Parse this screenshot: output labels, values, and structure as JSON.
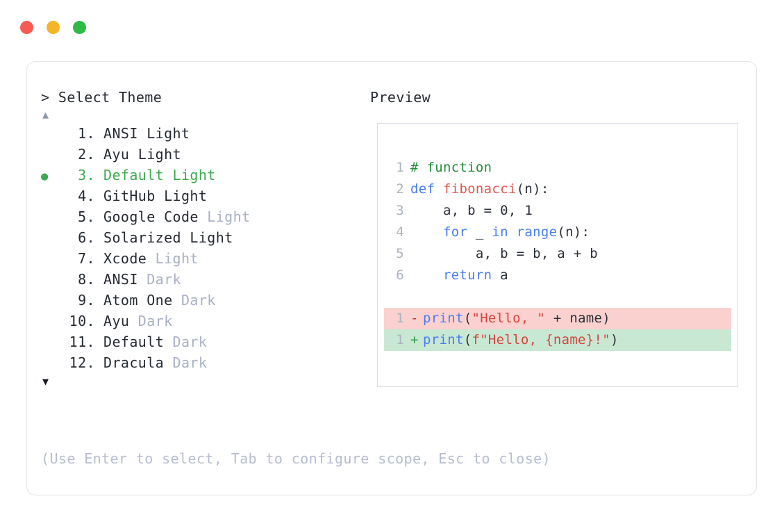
{
  "window": {
    "traffic_lights": [
      {
        "name": "close",
        "color": "#f65a53"
      },
      {
        "name": "minimize",
        "color": "#f5b52a"
      },
      {
        "name": "maximize",
        "color": "#2ebb44"
      }
    ]
  },
  "left": {
    "prompt": "> Select Theme",
    "scroll_up": "▲",
    "scroll_down": "▼",
    "selected_index": 3,
    "bullet": "●",
    "items": [
      {
        "num": "1",
        "dot": ".",
        "name": "ANSI",
        "variant": "Light",
        "variant_dim": false,
        "selected": false
      },
      {
        "num": "2",
        "dot": ".",
        "name": "Ayu",
        "variant": "Light",
        "variant_dim": false,
        "selected": false
      },
      {
        "num": "3",
        "dot": ".",
        "name": "Default",
        "variant": "Light",
        "variant_dim": false,
        "selected": true
      },
      {
        "num": "4",
        "dot": ".",
        "name": "GitHub",
        "variant": "Light",
        "variant_dim": false,
        "selected": false
      },
      {
        "num": "5",
        "dot": ".",
        "name": "Google Code",
        "variant": "Light",
        "variant_dim": true,
        "selected": false
      },
      {
        "num": "6",
        "dot": ".",
        "name": "Solarized",
        "variant": "Light",
        "variant_dim": false,
        "selected": false
      },
      {
        "num": "7",
        "dot": ".",
        "name": "Xcode",
        "variant": "Light",
        "variant_dim": true,
        "selected": false
      },
      {
        "num": "8",
        "dot": ".",
        "name": "ANSI",
        "variant": "Dark",
        "variant_dim": true,
        "selected": false
      },
      {
        "num": "9",
        "dot": ".",
        "name": "Atom One",
        "variant": "Dark",
        "variant_dim": true,
        "selected": false
      },
      {
        "num": "10",
        "dot": ".",
        "name": "Ayu",
        "variant": "Dark",
        "variant_dim": true,
        "selected": false
      },
      {
        "num": "11",
        "dot": ".",
        "name": "Default",
        "variant": "Dark",
        "variant_dim": true,
        "selected": false
      },
      {
        "num": "12",
        "dot": ".",
        "name": "Dracula",
        "variant": "Dark",
        "variant_dim": true,
        "selected": false
      }
    ],
    "hint": "(Use Enter to select, Tab to configure scope, Esc to close)"
  },
  "right": {
    "label": "Preview",
    "code_lines": [
      {
        "ln": "1",
        "tokens": [
          {
            "text": "# function",
            "cls": "tok-comment"
          }
        ]
      },
      {
        "ln": "2",
        "tokens": [
          {
            "text": "def ",
            "cls": "tok-kw"
          },
          {
            "text": "fibonacci",
            "cls": "tok-fn"
          },
          {
            "text": "(n):",
            "cls": "tok-plain"
          }
        ]
      },
      {
        "ln": "3",
        "tokens": [
          {
            "text": "    a, b = 0, 1",
            "cls": "tok-plain"
          }
        ]
      },
      {
        "ln": "4",
        "tokens": [
          {
            "text": "    ",
            "cls": "tok-plain"
          },
          {
            "text": "for",
            "cls": "tok-kw"
          },
          {
            "text": " _ ",
            "cls": "tok-plain"
          },
          {
            "text": "in ",
            "cls": "tok-kw"
          },
          {
            "text": "range",
            "cls": "tok-fn2"
          },
          {
            "text": "(n):",
            "cls": "tok-plain"
          }
        ]
      },
      {
        "ln": "5",
        "tokens": [
          {
            "text": "        a, b = b, a + b",
            "cls": "tok-plain"
          }
        ]
      },
      {
        "ln": "6",
        "tokens": [
          {
            "text": "    ",
            "cls": "tok-plain"
          },
          {
            "text": "return",
            "cls": "tok-kw"
          },
          {
            "text": " a",
            "cls": "tok-plain"
          }
        ]
      }
    ],
    "diff_lines": [
      {
        "ln": "1",
        "sign": "-",
        "kind": "minus",
        "tokens": [
          {
            "text": "print",
            "cls": "tok-fn2"
          },
          {
            "text": "(",
            "cls": "tok-plain"
          },
          {
            "text": "\"Hello, \"",
            "cls": "tok-str"
          },
          {
            "text": " + name)",
            "cls": "tok-plain"
          }
        ]
      },
      {
        "ln": "1",
        "sign": "+",
        "kind": "plus",
        "tokens": [
          {
            "text": "print",
            "cls": "tok-fn2"
          },
          {
            "text": "(",
            "cls": "tok-plain"
          },
          {
            "text": "f\"Hello, {name}!\"",
            "cls": "tok-str"
          },
          {
            "text": ")",
            "cls": "tok-plain"
          }
        ]
      }
    ]
  },
  "colors": {
    "accent_green": "#3eaa50",
    "dim_text": "#a8b0c4",
    "body_text": "#262b33",
    "diff_add_bg": "#c9e8d4",
    "diff_del_bg": "#fad1cf",
    "keyword_blue": "#4a7ef0",
    "string_red": "#d4453f",
    "comment_green": "#1f8c35",
    "card_border": "#e1e4ec"
  }
}
